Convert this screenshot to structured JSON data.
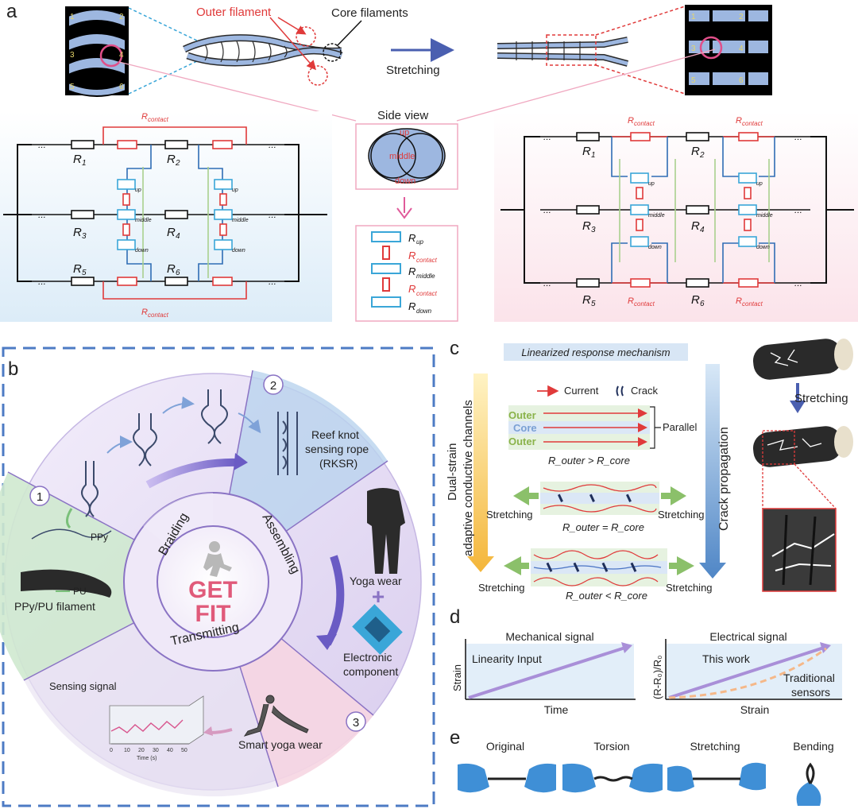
{
  "panel_a": {
    "letter": "a",
    "outer_filament": "Outer filament",
    "core_filaments": "Core filaments",
    "stretching": "Stretching",
    "zoom_left_numbers": [
      "1",
      "2",
      "3",
      "4",
      "5",
      "6"
    ],
    "zoom_right_numbers": [
      "1",
      "2",
      "3",
      "4",
      "5",
      "6"
    ],
    "side_view": {
      "title": "Side view",
      "up": "up",
      "middle": "middle",
      "down": "down"
    },
    "legend_stack": {
      "r_up": "R",
      "r_up_sub": "up",
      "r_contact1": "R",
      "r_contact1_sub": "contact",
      "r_middle": "R",
      "r_middle_sub": "middle",
      "r_contact2": "R",
      "r_contact2_sub": "contact",
      "r_down": "R",
      "r_down_sub": "down"
    },
    "circuit_left": {
      "r_contact_top": "R",
      "r_contact_bottom": "R",
      "contact_sub": "contact",
      "r1": "R",
      "r1_sub": "1",
      "r2": "R",
      "r2_sub": "2",
      "r3": "R",
      "r3_sub": "3",
      "r4": "R",
      "r4_sub": "4",
      "r5": "R",
      "r5_sub": "5",
      "r6": "R",
      "r6_sub": "6",
      "small_up": "up",
      "small_middle": "middle",
      "small_down": "down",
      "dots": "..."
    },
    "circuit_right": {
      "contact_label": "R",
      "contact_sub": "contact",
      "r1": "R",
      "r1_sub": "1",
      "r2": "R",
      "r2_sub": "2",
      "r3": "R",
      "r3_sub": "3",
      "r4": "R",
      "r4_sub": "4",
      "r5": "R",
      "r5_sub": "5",
      "r6": "R",
      "r6_sub": "6",
      "small_up": "up",
      "small_middle": "middle",
      "small_down": "down",
      "dots": "..."
    }
  },
  "panel_b": {
    "letter": "b",
    "center_line1": "GET",
    "center_line2": "FIT",
    "stage_braiding": "Braiding",
    "stage_assembling": "Assembling",
    "stage_transmitting": "Transmitting",
    "num1": "1",
    "num2": "2",
    "num3": "3",
    "ppy": "PPy",
    "pu": "PU",
    "filament": "PPy/PU filament",
    "rksr_line1": "Reef knot",
    "rksr_line2": "sensing rope",
    "rksr_line3": "(RKSR)",
    "yoga_wear": "Yoga wear",
    "plus": "+",
    "electronic_line1": "Electronic",
    "electronic_line2": "component",
    "smart_yoga": "Smart yoga wear",
    "sensing_signal": "Sensing signal",
    "mini_axis_x": "Time (s)",
    "mini_ticks": [
      "0",
      "10",
      "20",
      "30",
      "40",
      "50"
    ]
  },
  "panel_c": {
    "letter": "c",
    "mechanism_title": "Linearized response mechanism",
    "vertical_left_line1": "Dual-strain",
    "vertical_left_line2": "adaptive conductive channels",
    "vertical_right": "Crack propagation",
    "legend_current": "Current",
    "legend_crack": "Crack",
    "layer_outer": "Outer",
    "layer_core": "Core",
    "parallel": "Parallel",
    "relation1": "R_outer > R_core",
    "relation2": "R_outer = R_core",
    "relation3": "R_outer < R_core",
    "stretching": "Stretching",
    "stretching_right_title": "Stretching"
  },
  "panel_d": {
    "letter": "d",
    "left_title": "Mechanical signal",
    "left_ylabel": "Strain",
    "left_xlabel": "Time",
    "left_inner": "Linearity Input",
    "right_title": "Electrical signal",
    "right_ylabel": "(R-R₀)/R₀",
    "right_xlabel": "Strain",
    "right_this_work": "This work",
    "right_traditional_line1": "Traditional",
    "right_traditional_line2": "sensors"
  },
  "panel_e": {
    "letter": "e",
    "labels": [
      "Original",
      "Torsion",
      "Stretching",
      "Bending"
    ]
  },
  "colors": {
    "red": "#e03a3a",
    "blue_line": "#2f6db5",
    "green_line": "#a9d08e",
    "cyan_box": "#3aa6d8",
    "panel_a_left_bg": "#e8f3fb",
    "panel_a_right_bg": "#fdf0f3",
    "pink_frame": "#f0a8c0",
    "dashed_frame": "#4d7bc4",
    "purple": "#8a73c4",
    "green_seg": "#cfe9cf",
    "pink_center": "#e05a7a"
  }
}
